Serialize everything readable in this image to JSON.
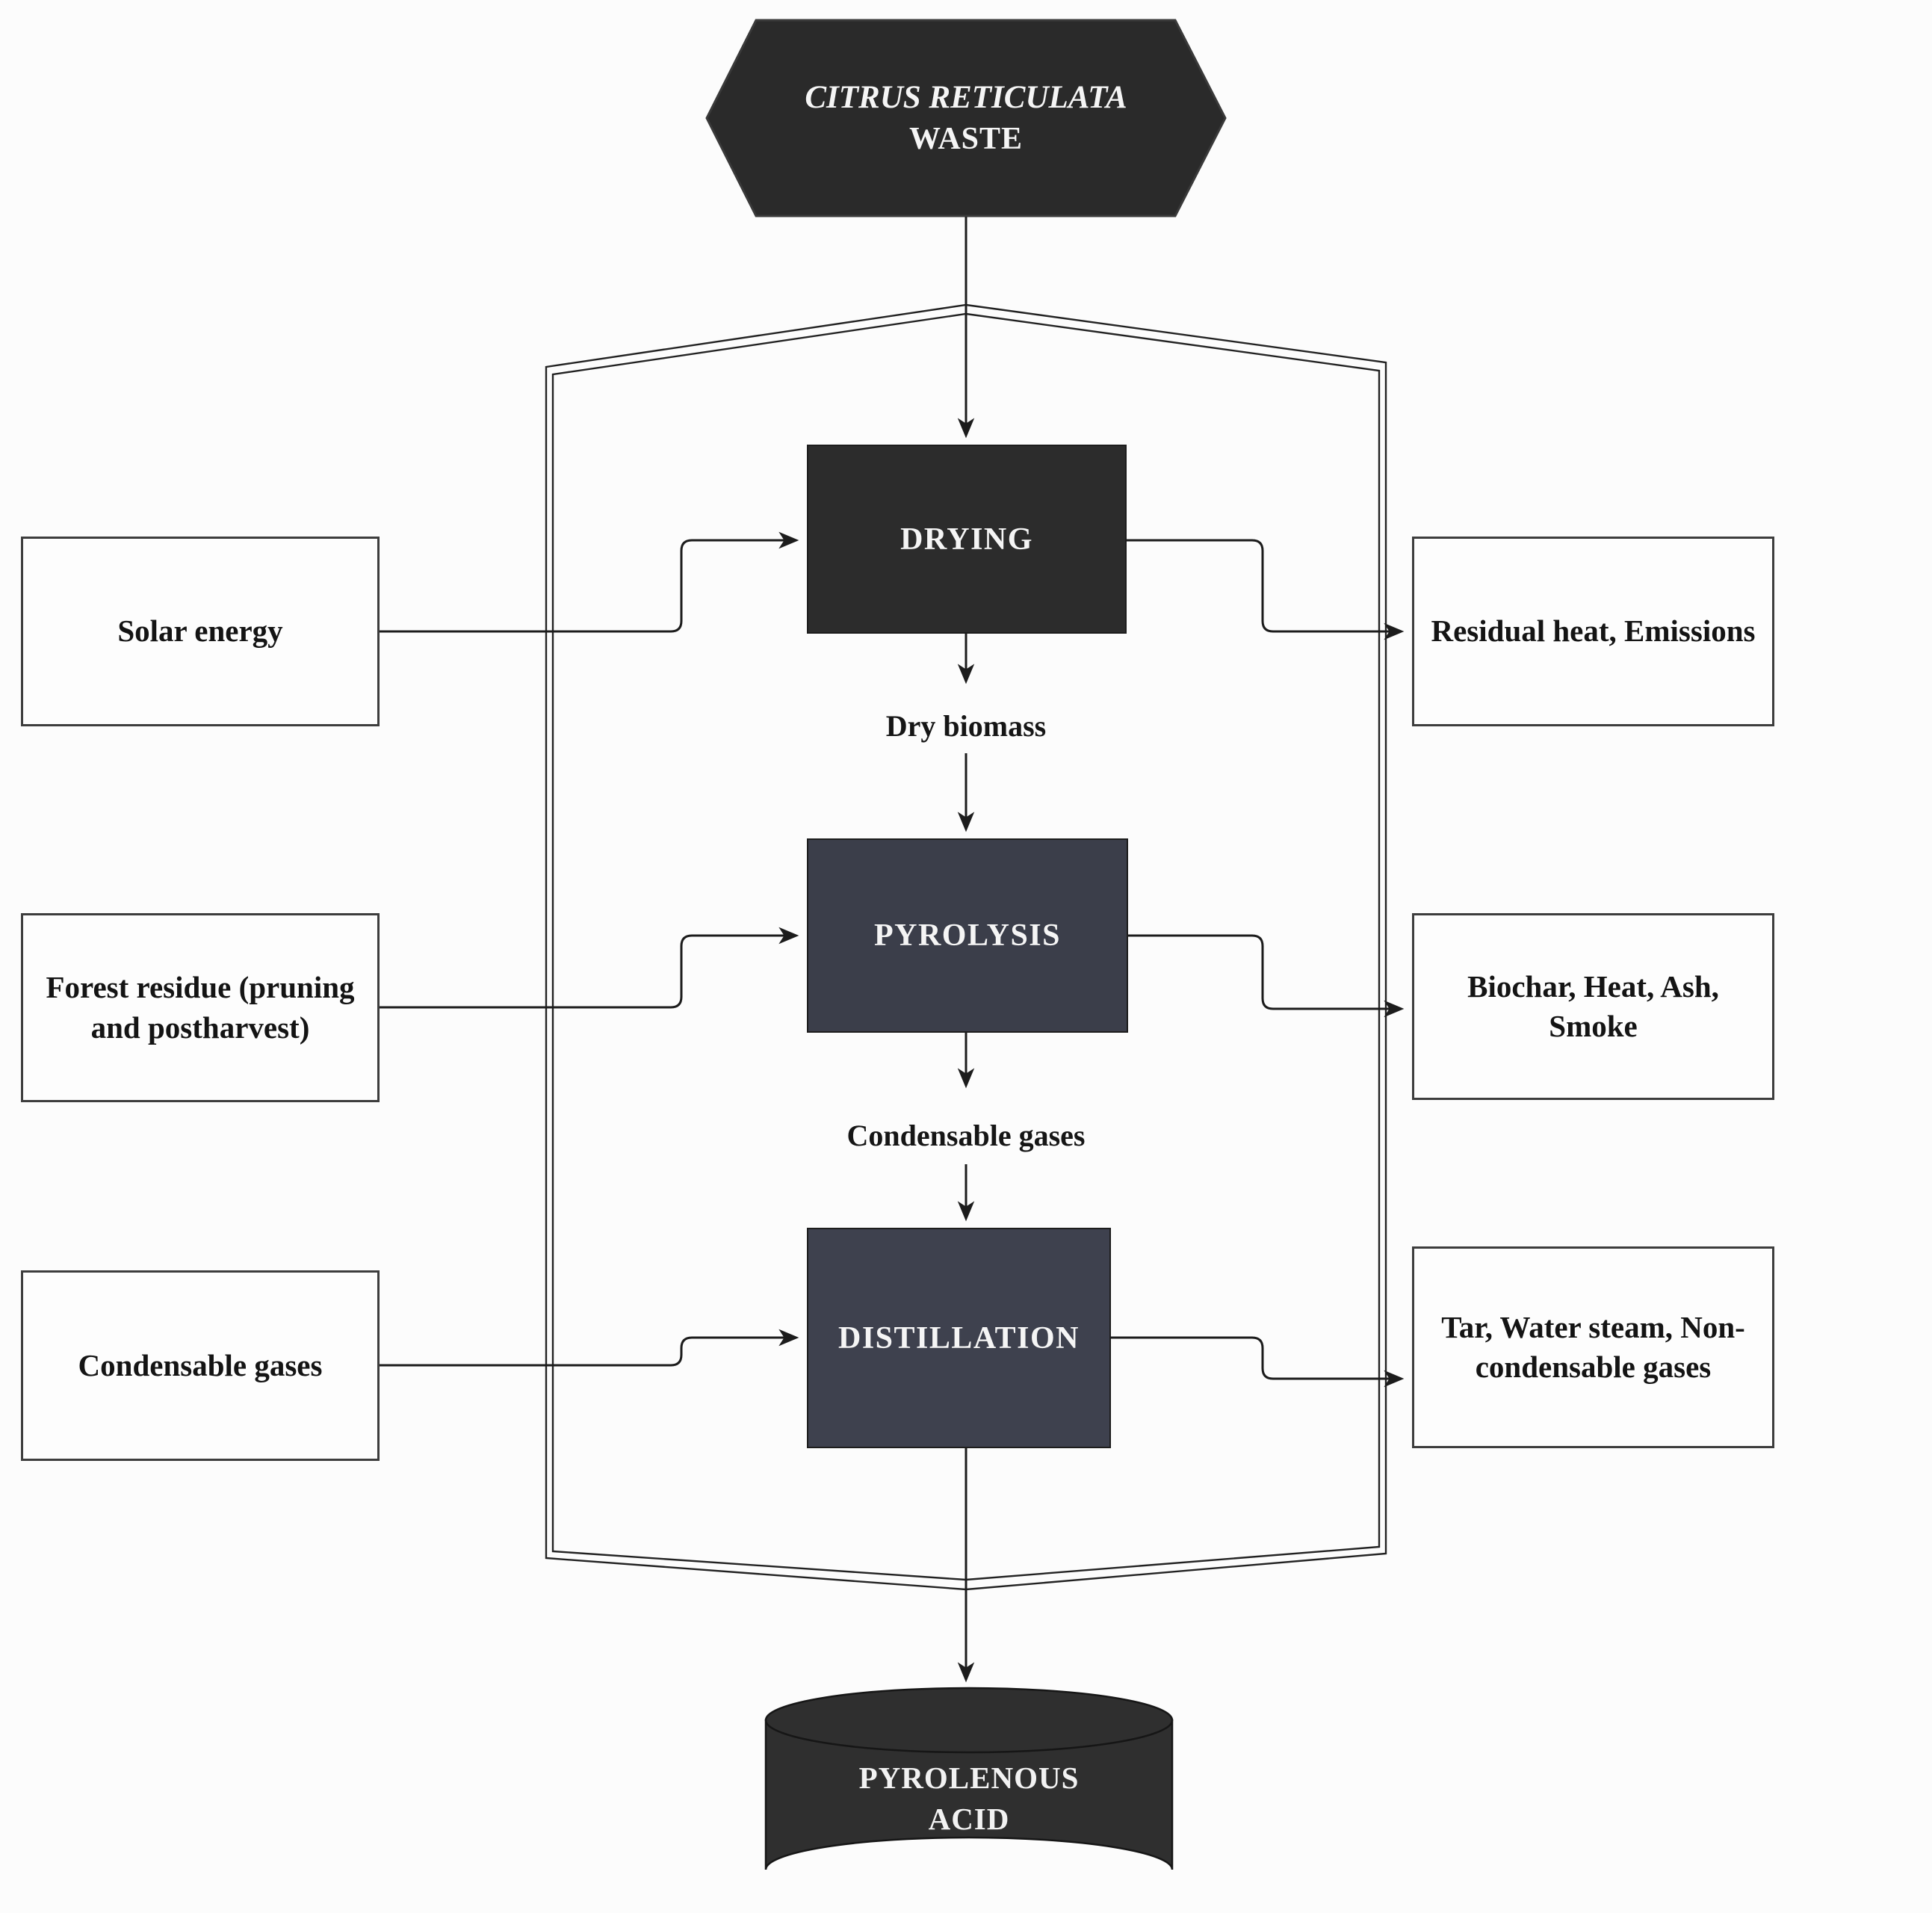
{
  "figure": {
    "type": "process-flow-diagram",
    "colors": {
      "background": "#fcfcfc",
      "source_fill": "#2a2a2a",
      "drying_fill": "#2c2c2c",
      "pyrolysis_fill": "#3b3e4a",
      "distillation_fill": "#3e414e",
      "product_fill": "#2f2f2f",
      "io_box_fill": "#fdfdfd",
      "io_box_border": "#3d3d3d",
      "wire": "#1c1c1c",
      "text_dark": "#141414",
      "text_light": "#f5f5f5"
    }
  },
  "source": {
    "line1": "CITRUS RETICULATA",
    "line2": "WASTE"
  },
  "processes": [
    {
      "label": "DRYING"
    },
    {
      "label": "PYROLYSIS"
    },
    {
      "label": "DISTILLATION"
    }
  ],
  "inputs": [
    {
      "label": "Solar energy"
    },
    {
      "label": "Forest residue (pruning and postharvest)"
    },
    {
      "label": "Condensable gases"
    }
  ],
  "outputs": [
    {
      "label": "Residual heat, Emissions"
    },
    {
      "label": "Biochar, Heat, Ash, Smoke"
    },
    {
      "label": "Tar, Water steam, Non-condensable gases"
    }
  ],
  "stream_labels": [
    {
      "label": "Dry biomass"
    },
    {
      "label": "Condensable gases"
    }
  ],
  "product": {
    "line1": "PYROLENOUS",
    "line2": "ACID"
  }
}
